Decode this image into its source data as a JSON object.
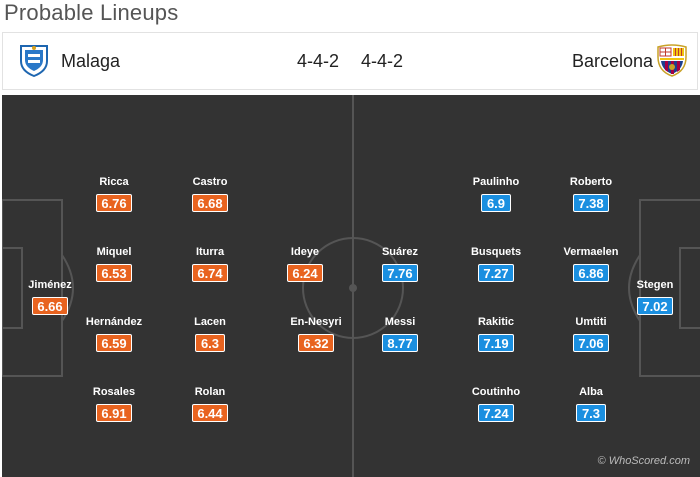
{
  "title": "Probable Lineups",
  "header": {
    "home_team": "Malaga",
    "away_team": "Barcelona",
    "home_formation": "4-4-2",
    "away_formation": "4-4-2"
  },
  "colors": {
    "home_rating": "#e8631f",
    "away_rating": "#1a8fe0",
    "pitch": "#333333"
  },
  "home_players": [
    {
      "name": "Jiménez",
      "rating": "6.66"
    },
    {
      "name": "Ricca",
      "rating": "6.76"
    },
    {
      "name": "Miquel",
      "rating": "6.53"
    },
    {
      "name": "Hernández",
      "rating": "6.59"
    },
    {
      "name": "Rosales",
      "rating": "6.91"
    },
    {
      "name": "Castro",
      "rating": "6.68"
    },
    {
      "name": "Iturra",
      "rating": "6.74"
    },
    {
      "name": "Lacen",
      "rating": "6.3"
    },
    {
      "name": "Rolan",
      "rating": "6.44"
    },
    {
      "name": "Ideye",
      "rating": "6.24"
    },
    {
      "name": "En-Nesyri",
      "rating": "6.32"
    }
  ],
  "away_players": [
    {
      "name": "Suárez",
      "rating": "7.76"
    },
    {
      "name": "Messi",
      "rating": "8.77"
    },
    {
      "name": "Paulinho",
      "rating": "6.9"
    },
    {
      "name": "Busquets",
      "rating": "7.27"
    },
    {
      "name": "Rakitic",
      "rating": "7.19"
    },
    {
      "name": "Coutinho",
      "rating": "7.24"
    },
    {
      "name": "Roberto",
      "rating": "7.38"
    },
    {
      "name": "Vermaelen",
      "rating": "6.86"
    },
    {
      "name": "Umtiti",
      "rating": "7.06"
    },
    {
      "name": "Alba",
      "rating": "7.3"
    },
    {
      "name": "Stegen",
      "rating": "7.02"
    }
  ],
  "watermark": "© WhoScored.com"
}
